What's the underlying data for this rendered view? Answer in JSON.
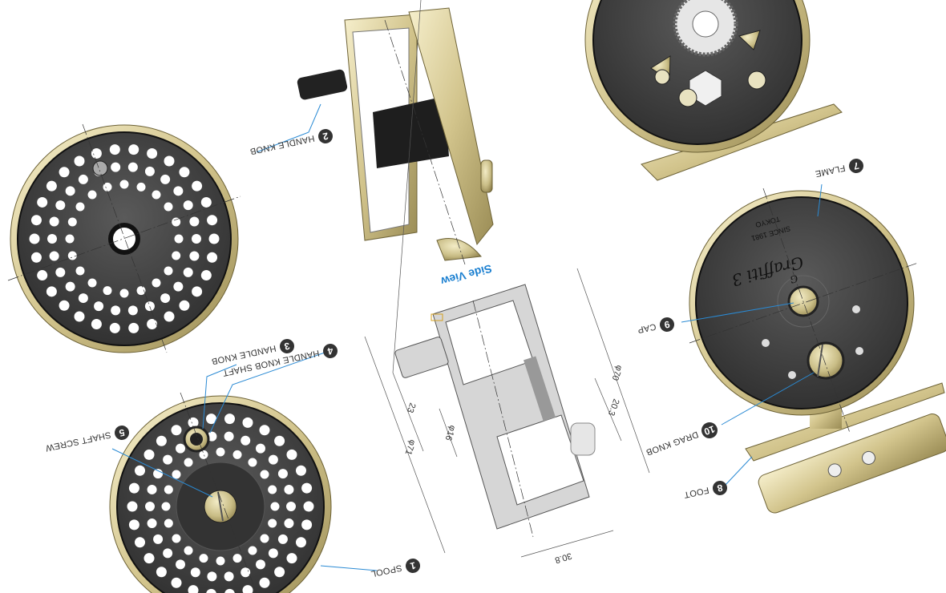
{
  "title": "Fly reel Graffiti 3 parts diagram",
  "side_view_label": "Side View",
  "parts": [
    {
      "num": "1",
      "name": "SPOOL"
    },
    {
      "num": "2",
      "name": "HANDLE KNOB"
    },
    {
      "num": "3",
      "name": "HANDLE KNOB"
    },
    {
      "num": "4",
      "name": "HANDLE KNOB SHAFT"
    },
    {
      "num": "5",
      "name": "SHAFT SCREW"
    },
    {
      "num": "7",
      "name": "FLAME"
    },
    {
      "num": "8",
      "name": "FOOT"
    },
    {
      "num": "9",
      "name": "CAP"
    },
    {
      "num": "10",
      "name": "DRAG KNOB"
    }
  ],
  "dimensions": {
    "d70": "φ70",
    "d20_3": "20.3",
    "d16": "φ16",
    "d23": "23",
    "d71": "φ71",
    "d30_8": "30.8"
  },
  "reel_face": {
    "brand": "Graffiti 3",
    "since": "SINCE 1981",
    "city": "TOKYO",
    "logo": "G"
  },
  "colors": {
    "leader": "#2a8ad4",
    "gold": "#c9bd86",
    "face": "#3a3a3a",
    "accent_text": "#1a7fd0"
  }
}
